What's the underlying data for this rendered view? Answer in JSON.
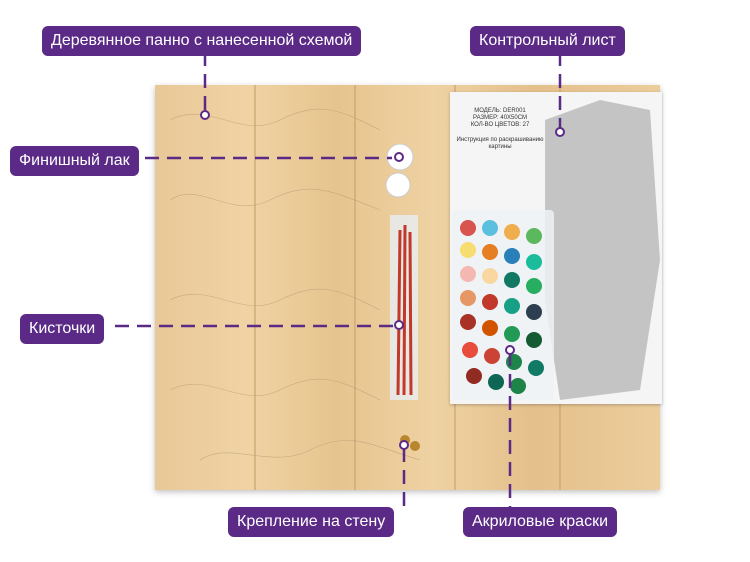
{
  "labels": {
    "panel": "Деревянное панно с нанесенной схемой",
    "control_sheet": "Контрольный лист",
    "varnish": "Финишный лак",
    "brushes": "Кисточки",
    "mount": "Крепление на стену",
    "paints": "Акриловые краски"
  },
  "sheet": {
    "model": "МОДЕЛЬ: DER001",
    "size": "РАЗМЕР: 40Х50СМ",
    "colors": "КОЛ-ВО ЦВЕТОВ: 27",
    "instruction_title": "Инструкция по раскрашиванию картины"
  },
  "colors": {
    "accent": "#5b2a86",
    "wood": "#ebcb9a",
    "paint_caps": [
      "#e74c3c",
      "#f39c12",
      "#f7dc6f",
      "#27ae60",
      "#2980b9",
      "#8e44ad",
      "#d35400",
      "#1abc9c",
      "#c0392b",
      "#2c3e50",
      "#16a085",
      "#e67e22"
    ]
  },
  "icons": [
    "varnish-jar-icon",
    "brush-icon",
    "mount-hook-icon",
    "paint-pot-icon"
  ]
}
